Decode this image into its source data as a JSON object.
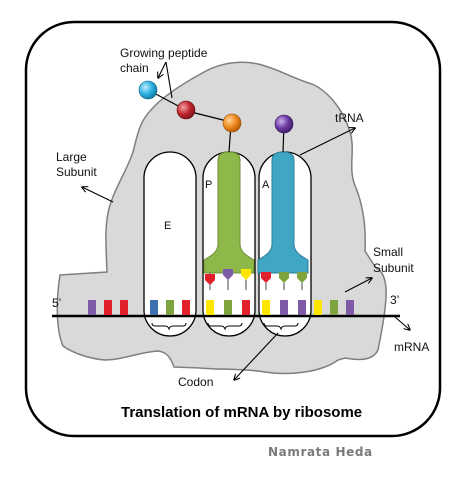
{
  "labels": {
    "growing_peptide_line1": "Growing peptide",
    "growing_peptide_line2": "chain",
    "trna": "tRNA",
    "large_subunit_line1": "Large",
    "large_subunit_line2": "Subunit",
    "small_subunit_line1": "Small",
    "small_subunit_line2": "Subunit",
    "five_prime": "5’",
    "three_prime": "3’",
    "mrna": "mRNA",
    "codon": "Codon",
    "site_e": "E",
    "site_p": "P",
    "site_a": "A"
  },
  "title": "Translation of mRNA by ribosome",
  "credit": "Namrata Heda",
  "colors": {
    "ribosome": "#d9d9d9",
    "ribosome_outline": "#7f7f7f",
    "trna_p": "#8fb84a",
    "trna_a": "#3fa6c4",
    "base_purple": "#7d5ba6",
    "base_red": "#e0202a",
    "base_green": "#7fa43d",
    "base_blue": "#3e6fb0",
    "base_yellow": "#ffe600",
    "amino_cyan": "#2cb0e0",
    "amino_red": "#c0262e",
    "amino_orange": "#ef8a1d",
    "amino_purple": "#6b3aa0"
  }
}
